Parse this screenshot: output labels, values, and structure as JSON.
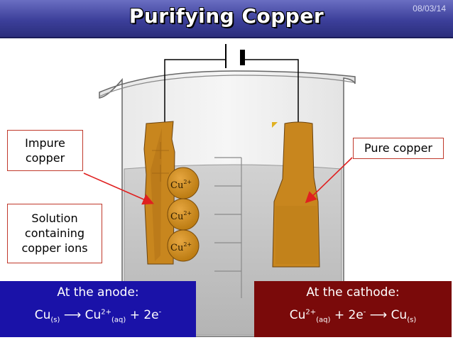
{
  "header": {
    "title": "Purifying Copper",
    "date": "08/03/14"
  },
  "labels": {
    "impure_copper": [
      "Impure",
      "copper"
    ],
    "pure_copper": "Pure copper",
    "solution": [
      "Solution",
      "containing",
      "copper ions"
    ]
  },
  "ions": [
    {
      "base": "Cu",
      "charge": "2+"
    },
    {
      "base": "Cu",
      "charge": "2+"
    },
    {
      "base": "Cu",
      "charge": "2+"
    }
  ],
  "anode": {
    "title": "At the anode:",
    "reactant": "Cu",
    "reactant_state": "(s)",
    "arrow": "⟶",
    "product": "Cu",
    "product_charge": "2+",
    "product_state": "(aq)",
    "electrons": " + 2e",
    "electrons_charge": "-"
  },
  "cathode": {
    "title": "At the cathode:",
    "reactant": "Cu",
    "reactant_charge": "2+",
    "reactant_state": "(aq)",
    "electrons": " + 2e",
    "electrons_charge": "-",
    "arrow": "⟶",
    "product": "Cu",
    "product_state": "(s)"
  },
  "colors": {
    "header": "#3c3f9a",
    "copper": "#c8861e",
    "anode_box": "#1a12a8",
    "cathode_box": "#7a0a0a",
    "label_border": "#c0392b",
    "arrow": "#e02020"
  },
  "icons": [
    "battery-icon"
  ]
}
